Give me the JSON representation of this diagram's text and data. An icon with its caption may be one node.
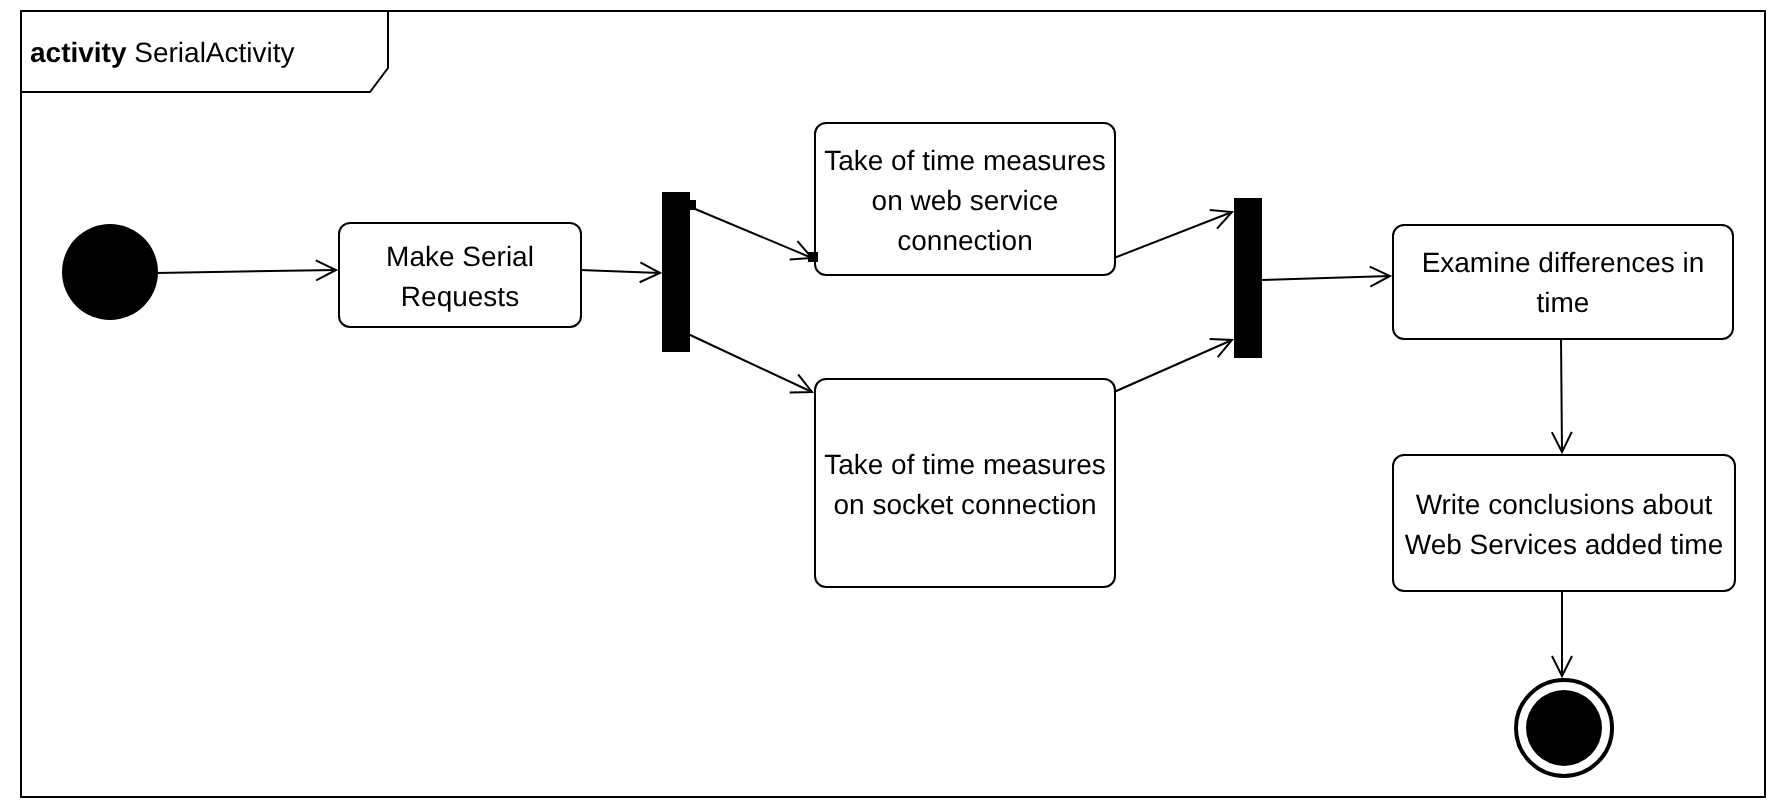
{
  "diagram": {
    "nodes": [
      {
        "text": [
          "**activity** SerialActivity"
        ]
      },
      {
        "text": [],
        "shape": "circle",
        "in": 0
      },
      {
        "text": [
          "Make Serial Requests"
        ],
        "in": 0
      },
      {
        "text": [],
        "shape": "bar",
        "in": 0
      },
      {
        "text": [
          "Take of time measures on web service connection"
        ],
        "in": 0
      },
      {
        "text": [
          "Take of time measures on socket connection"
        ],
        "in": 0
      },
      {
        "text": [],
        "shape": "bar",
        "in": 0
      },
      {
        "text": [
          "Examine differences in time"
        ],
        "in": 0
      },
      {
        "text": [
          "Write conclusions about Web Services added time"
        ],
        "in": 0
      },
      {
        "text": [],
        "shape": "circle",
        "in": 0
      }
    ],
    "edges": [
      {
        "from": 1,
        "to": 2,
        "arrow": "to"
      },
      {
        "from": 2,
        "to": 3,
        "arrow": "to"
      },
      {
        "from": 3,
        "to": 4,
        "arrow": "to"
      },
      {
        "from": 3,
        "to": 5,
        "arrow": "to"
      },
      {
        "from": 4,
        "to": 6,
        "arrow": "to"
      },
      {
        "from": 5,
        "to": 6,
        "arrow": "to"
      },
      {
        "from": 6,
        "to": 7,
        "arrow": "to"
      },
      {
        "from": 7,
        "to": 8,
        "arrow": "to"
      },
      {
        "from": 8,
        "to": 9,
        "arrow": "to"
      }
    ]
  }
}
